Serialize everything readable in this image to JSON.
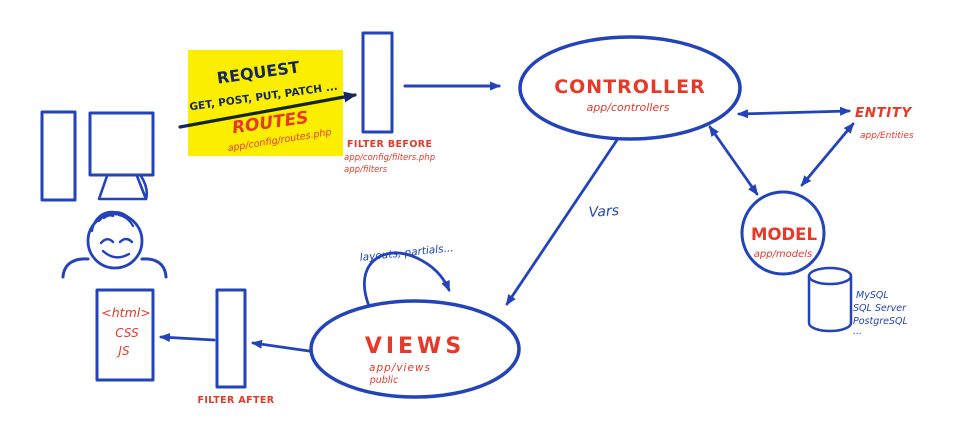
{
  "colors": {
    "diagram_blue": "#2343bb",
    "label_red": "#e7392a",
    "request_navy": "#14275e",
    "highlight_yellow": "#fcee00"
  },
  "request": {
    "title": "REQUEST",
    "methods": "GET, POST, PUT, PATCH ...",
    "routes_label": "ROUTES",
    "routes_path": "app/config/routes.php"
  },
  "filter_before": {
    "label": "FILTER BEFORE",
    "paths": [
      "app/config/filters.php",
      "app/filters"
    ]
  },
  "controller": {
    "label": "CONTROLLER",
    "path": "app/controllers"
  },
  "entity": {
    "label": "ENTITY",
    "path": "app/Entities"
  },
  "model": {
    "label": "MODEL",
    "path": "app/models"
  },
  "database": {
    "engines": [
      "MySQL",
      "SQL Server",
      "PostgreSQL",
      "..."
    ]
  },
  "flow": {
    "vars_label": "Vars",
    "layouts_label": "layouts, partials..."
  },
  "views": {
    "label": "VIEWS",
    "paths": [
      "app/views",
      "public"
    ]
  },
  "filter_after": {
    "label": "FILTER AFTER"
  },
  "output": {
    "lines": [
      "<html>",
      "CSS",
      "JS"
    ]
  }
}
